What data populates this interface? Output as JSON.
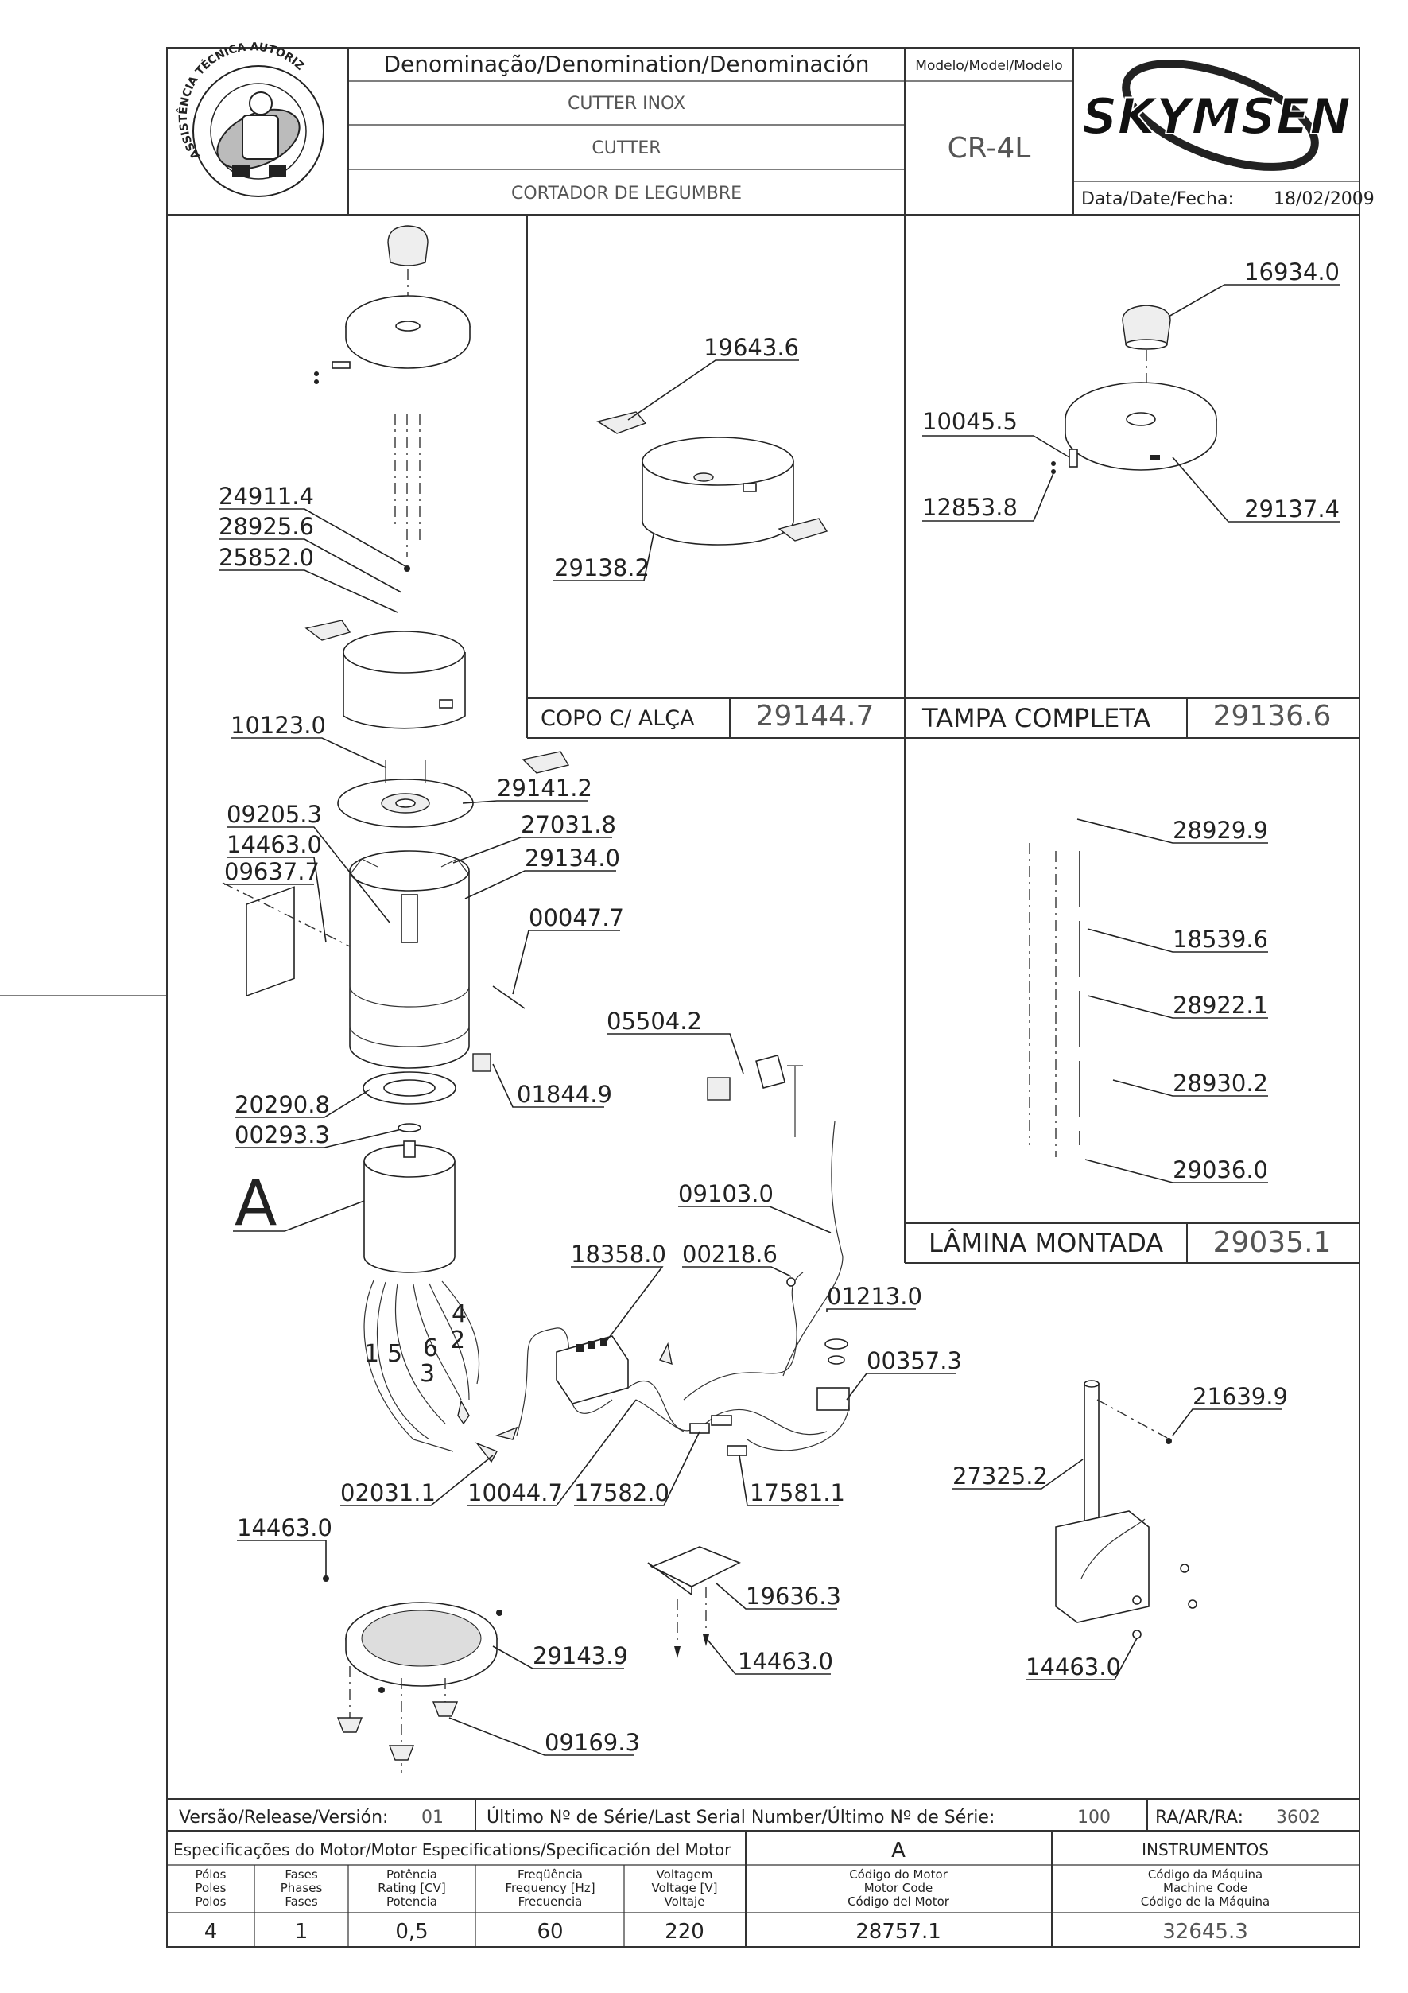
{
  "header": {
    "denomination_label": "Denominação/Denomination/Denominación",
    "model_label": "Modelo/Model/Modelo",
    "names": [
      "CUTTER INOX",
      "CUTTER",
      "CORTADOR DE LEGUMBRE"
    ],
    "model": "CR-4L",
    "brand": "SKYMSEN",
    "date_label": "Data/Date/Fecha:",
    "date": "18/02/2009",
    "seal_text": "ASSISTÊNCIA TÉCNICA AUTORIZADA"
  },
  "assemblies": {
    "copo_title": "COPO C/ ALÇA",
    "copo_code": "29144.7",
    "tampa_title": "TAMPA COMPLETA",
    "tampa_code": "29136.6",
    "lamina_title": "LÂMINA MONTADA",
    "lamina_code": "29035.1"
  },
  "parts": {
    "p16934": "16934.0",
    "p19643": "19643.6",
    "p29138": "29138.2",
    "p10045": "10045.5",
    "p12853": "12853.8",
    "p29137": "29137.4",
    "p24911": "24911.4",
    "p28925": "28925.6",
    "p25852": "25852.0",
    "p10123": "10123.0",
    "p29141": "29141.2",
    "p09205": "09205.3",
    "p27031": "27031.8",
    "p14463a": "14463.0",
    "p29134": "29134.0",
    "p09637": "09637.7",
    "p00047": "00047.7",
    "p05504": "05504.2",
    "p01844": "01844.9",
    "p20290": "20290.8",
    "p00293": "00293.3",
    "motor_letter": "A",
    "p09103": "09103.0",
    "p18358": "18358.0",
    "p00218": "00218.6",
    "p01213": "01213.0",
    "p00357": "00357.3",
    "wire_numbers": [
      "1",
      "5",
      "6",
      "3",
      "4",
      "2"
    ],
    "p02031": "02031.1",
    "p10044": "10044.7",
    "p17582": "17582.0",
    "p17581": "17581.1",
    "p21639": "21639.9",
    "p27325": "27325.2",
    "p14463b": "14463.0",
    "p19636": "19636.3",
    "p14463c": "14463.0",
    "p29143": "29143.9",
    "p09169": "09169.3",
    "p14463d": "14463.0",
    "p28929": "28929.9",
    "p18539": "18539.6",
    "p28922": "28922.1",
    "p28930": "28930.2",
    "p29036": "29036.0"
  },
  "footer": {
    "version_label": "Versão/Release/Versión:",
    "version": "01",
    "serial_label": "Último Nº de Série/Last Serial Number/Último Nº de Série:",
    "serial": "100",
    "ra_label": "RA/AR/RA:",
    "ra": "3602",
    "motor_spec_label": "Especificações do Motor/Motor Especifications/Specificación del Motor",
    "motor_letter": "A",
    "instruments": "INSTRUMENTOS",
    "col_poles": [
      "Pólos",
      "Poles",
      "Polos"
    ],
    "col_phases": [
      "Fases",
      "Phases",
      "Fases"
    ],
    "col_rating": [
      "Potência",
      "Rating [CV]",
      "Potencia"
    ],
    "col_freq": [
      "Freqüência",
      "Frequency [Hz]",
      "Frecuencia"
    ],
    "col_voltage": [
      "Voltagem",
      "Voltage [V]",
      "Voltaje"
    ],
    "col_motor_code": [
      "Código do Motor",
      "Motor Code",
      "Código del Motor"
    ],
    "col_machine_code": [
      "Código da Máquina",
      "Machine Code",
      "Código de la Máquina"
    ],
    "poles": "4",
    "phases": "1",
    "rating": "0,5",
    "frequency": "60",
    "voltage": "220",
    "motor_code": "28757.1",
    "machine_code": "32645.3"
  }
}
